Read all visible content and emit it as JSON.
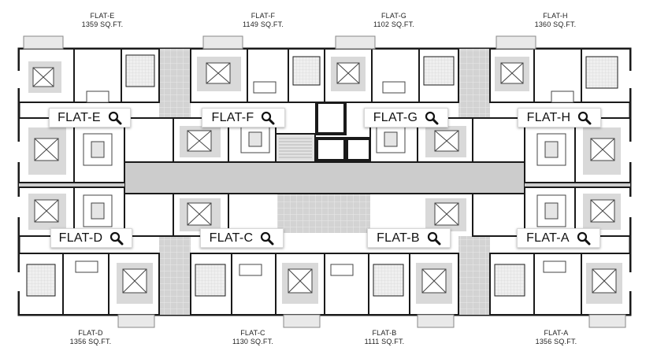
{
  "flats_top": [
    {
      "id": "e",
      "caption_name": "FLAT-E",
      "area": "1359 SQ.FT.",
      "button_label": "FLAT-E"
    },
    {
      "id": "f",
      "caption_name": "FLAT-F",
      "area": "1149 SQ.FT.",
      "button_label": "FLAT-F"
    },
    {
      "id": "g",
      "caption_name": "FLAT-G",
      "area": "1102 SQ.FT.",
      "button_label": "FLAT-G"
    },
    {
      "id": "h",
      "caption_name": "FLAT-H",
      "area": "1360 SQ.FT.",
      "button_label": "FLAT-H"
    }
  ],
  "flats_bottom": [
    {
      "id": "d",
      "caption_name": "FLAT-D",
      "area": "1356 SQ.FT.",
      "button_label": "FLAT-D"
    },
    {
      "id": "c",
      "caption_name": "FLAT-C",
      "area": "1130 SQ.FT.",
      "button_label": "FLAT-C"
    },
    {
      "id": "b",
      "caption_name": "FLAT-B",
      "area": "1111 SQ.FT.",
      "button_label": "FLAT-B"
    },
    {
      "id": "a",
      "caption_name": "FLAT-A",
      "area": "1356 SQ.FT.",
      "button_label": "FLAT-A"
    }
  ],
  "icons": {
    "button_icon": "magnifier-icon"
  },
  "colors": {
    "wall": "#1a1a1a",
    "room": "#ffffff",
    "corridor": "#c9c9c9",
    "shaft": "#d4d4d4",
    "balcony": "#e6e6e6"
  }
}
